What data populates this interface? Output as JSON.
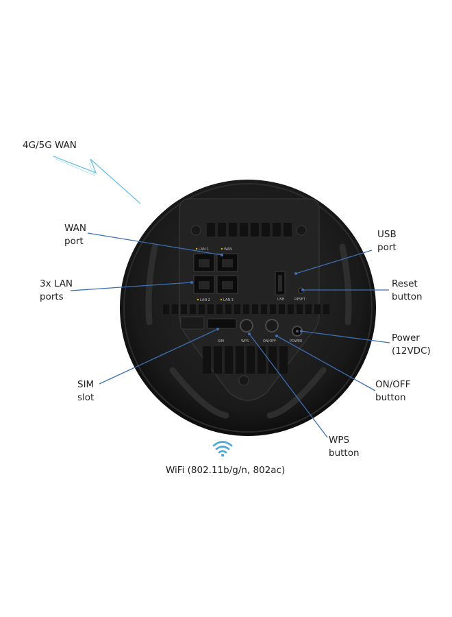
{
  "labels": {
    "wan4g": "4G/5G WAN",
    "wan_port": [
      "WAN",
      "port"
    ],
    "lan_ports": [
      "3x LAN",
      "ports"
    ],
    "usb_port": [
      "USB",
      "port"
    ],
    "reset_button": [
      "Reset",
      "button"
    ],
    "power": [
      "Power",
      "(12VDC)"
    ],
    "sim_slot": [
      "SIM",
      "slot"
    ],
    "onoff_button": [
      "ON/OFF",
      "button"
    ],
    "wps_button": [
      "WPS",
      "button"
    ],
    "wifi": "WiFi (802.11b/g/n, 802ac)"
  },
  "device_markings": {
    "lan1": "LAN 1",
    "wan": "WAN",
    "lan2": "LAN 2",
    "lan3": "LAN 3",
    "usb": "USB",
    "reset": "RESET",
    "sim": "SIM",
    "wps": "WPS",
    "onoff": "ON/OFF",
    "power": "POWER"
  },
  "colors": {
    "leader_line": "#3d6fb3",
    "lightning": "#6ec3e6",
    "wifi_icon": "#4aa8d8",
    "device_body": "#1b1b1b"
  }
}
